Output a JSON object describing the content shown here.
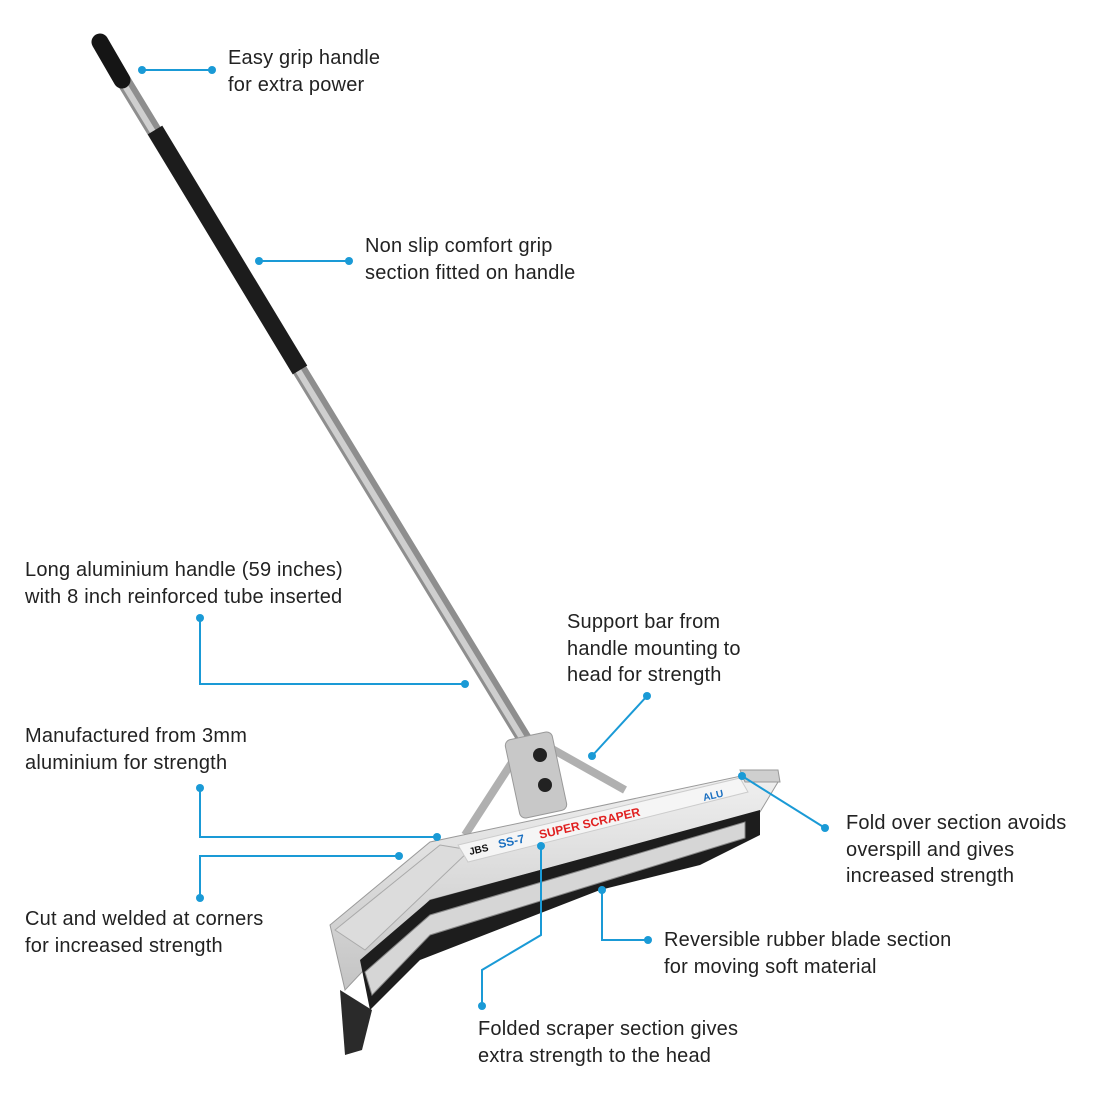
{
  "accent_color": "#1a9ad6",
  "product_label": {
    "brand": "ALU",
    "name": "SUPER SCRAPER",
    "model": "SS-7",
    "maker": "JBS"
  },
  "callouts": [
    {
      "id": "grip-handle",
      "lines": [
        "Easy grip handle",
        "for extra power"
      ]
    },
    {
      "id": "non-slip",
      "lines": [
        "Non slip comfort grip",
        "section fitted on handle"
      ]
    },
    {
      "id": "long-handle",
      "lines": [
        "Long aluminium handle (59 inches)",
        "with 8 inch reinforced tube inserted"
      ]
    },
    {
      "id": "support-bar",
      "lines": [
        "Support bar from",
        "handle mounting to",
        "head for strength"
      ]
    },
    {
      "id": "material",
      "lines": [
        "Manufactured from 3mm",
        "aluminium for strength"
      ]
    },
    {
      "id": "corners",
      "lines": [
        "Cut and welded at corners",
        "for increased strength"
      ]
    },
    {
      "id": "fold-over",
      "lines": [
        "Fold over section avoids",
        "overspill and gives",
        "increased strength"
      ]
    },
    {
      "id": "rubber-blade",
      "lines": [
        "Reversible rubber blade section",
        "for moving soft material"
      ]
    },
    {
      "id": "folded-section",
      "lines": [
        "Folded scraper section gives",
        "extra strength to the head"
      ]
    }
  ]
}
